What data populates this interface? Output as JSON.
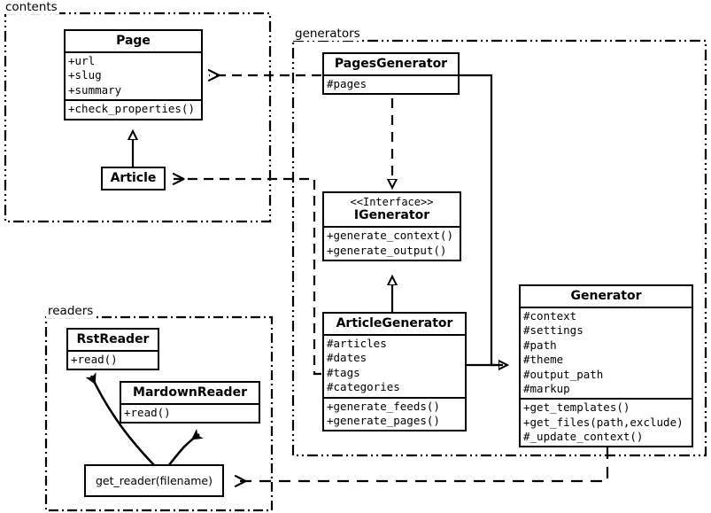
{
  "diagram": {
    "type": "uml-class-diagram",
    "packages": [
      {
        "id": "contents",
        "label": "contents"
      },
      {
        "id": "generators",
        "label": "generators"
      },
      {
        "id": "readers",
        "label": "readers"
      }
    ]
  },
  "classes": {
    "page": {
      "name": "Page",
      "attributes": [
        "+url",
        "+slug",
        "+summary"
      ],
      "methods": [
        "+check_properties()"
      ]
    },
    "article": {
      "name": "Article",
      "attributes": [],
      "methods": []
    },
    "pages_generator": {
      "name": "PagesGenerator",
      "attributes": [
        "#pages"
      ],
      "methods": []
    },
    "igenerator": {
      "stereotype": "<<Interface>>",
      "name": "IGenerator",
      "attributes": [],
      "methods": [
        "+generate_context()",
        "+generate_output()"
      ]
    },
    "article_generator": {
      "name": "ArticleGenerator",
      "attributes": [
        "#articles",
        "#dates",
        "#tags",
        "#categories"
      ],
      "methods": [
        "+generate_feeds()",
        "+generate_pages()"
      ]
    },
    "generator": {
      "name": "Generator",
      "attributes": [
        "#context",
        "#settings",
        "#path",
        "#theme",
        "#output_path",
        "#markup"
      ],
      "methods": [
        "+get_templates()",
        "+get_files(path,exclude)",
        "#_update_context()"
      ]
    },
    "rst_reader": {
      "name": "RstReader",
      "attributes": [],
      "methods": [
        "+read()"
      ]
    },
    "mardown_reader": {
      "name": "MardownReader",
      "attributes": [],
      "methods": [
        "+read()"
      ]
    },
    "get_reader": {
      "name": "get_reader(filename)"
    }
  },
  "relationships": [
    {
      "from": "article",
      "to": "page",
      "kind": "generalization"
    },
    {
      "from": "article_generator",
      "to": "igenerator",
      "kind": "realization"
    },
    {
      "from": "pages_generator",
      "to": "igenerator",
      "kind": "realization"
    },
    {
      "from": "pages_generator",
      "to": "generator",
      "kind": "generalization"
    },
    {
      "from": "article_generator",
      "to": "generator",
      "kind": "generalization"
    },
    {
      "from": "pages_generator",
      "to": "page",
      "kind": "dependency"
    },
    {
      "from": "article_generator",
      "to": "article",
      "kind": "dependency"
    },
    {
      "from": "generator",
      "to": "get_reader",
      "kind": "dependency"
    },
    {
      "from": "get_reader",
      "to": "rst_reader",
      "kind": "call"
    },
    {
      "from": "get_reader",
      "to": "mardown_reader",
      "kind": "call"
    }
  ],
  "colors": {
    "stroke": "#000000",
    "background": "#ffffff"
  }
}
